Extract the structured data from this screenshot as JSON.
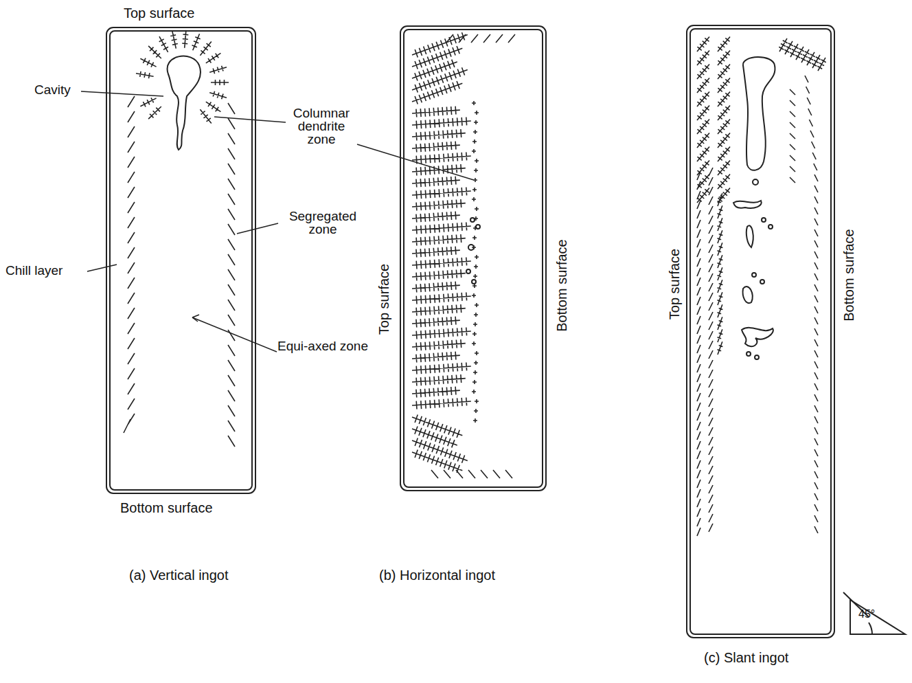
{
  "diagram": {
    "labels": [
      "Top surface",
      "Cavity",
      "Columnar dendrite zone",
      "Segregated zone",
      "Chill layer",
      "Equi-axed zone",
      "Bottom surface",
      "(a) Vertical ingot",
      "Top surface",
      "Bottom surface",
      "(b) Horizontal ingot",
      "Top surface",
      "Bottom surface",
      "45°",
      "(c) Slant ingot"
    ]
  }
}
